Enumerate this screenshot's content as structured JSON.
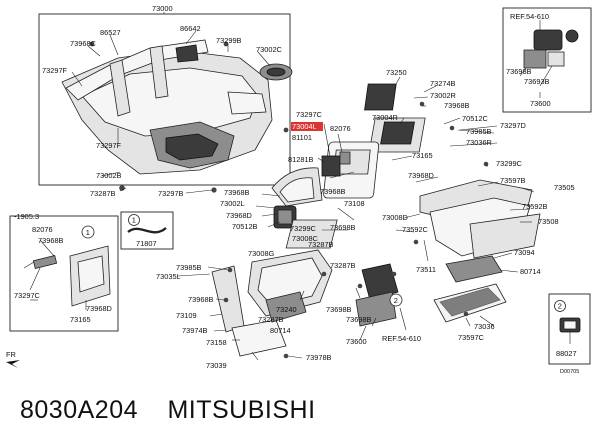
{
  "footer": {
    "part_code": "8030A204",
    "brand": "MITSUBISHI"
  },
  "diagram": {
    "labels": {
      "l73000": "73000",
      "l86527": "86527",
      "l86642": "86642",
      "l73968c_a": "73968C",
      "l73299b": "73299B",
      "l73002c": "73002C",
      "l73297f_a": "73297F",
      "l73297f_b": "73297F",
      "l73002b": "73002B",
      "l73287b": "73287B",
      "l73297b": "73297B",
      "l73250": "73250",
      "l73274b": "73274B",
      "l73002r": "73002R",
      "l73968b_a": "73968B",
      "l73004r": "73004R",
      "l70512c": "70512C",
      "l73297d": "73297D",
      "l73297c_a": "73297C",
      "l73004l": "73004L",
      "l82076_a": "82076",
      "l73985b_a": "73985B",
      "l73036r": "73036R",
      "l81101": "81101",
      "l73165_a": "73165",
      "l81281b": "81281B",
      "l73299c_a": "73299C",
      "l73968d_a": "73968D",
      "l73597b": "73597B",
      "l73505": "73505",
      "l73968b_b": "73968B",
      "l73002l": "73002L",
      "l73968b_c": "73968B",
      "l73108": "73108",
      "l73968d_b": "73968D",
      "l70512b": "70512B",
      "l73299c_b": "73299C",
      "l73008d": "73008D",
      "l73592b": "73592B",
      "l73508": "73508",
      "l1905": "-1905.3",
      "l82076_b": "82076",
      "l73968b_d": "73968B",
      "l71807": "71807",
      "l73008c": "73008C",
      "l73698b_a": "73698B",
      "l73287b_b": "73287B",
      "l73592c": "73592C",
      "l73511": "73511",
      "l73094": "73094",
      "l73008g": "73008G",
      "l80714_a": "80714",
      "l73297c_b": "73297C",
      "l73968d_c": "73968D",
      "l73165_b": "73165",
      "l73035l": "73035L",
      "l73985b_b": "73985B",
      "l73287b_c": "73287B",
      "l73968b_e": "73968B",
      "l73240": "73240",
      "l73698b_b": "73698B",
      "l73109": "73109",
      "l73287b_d": "73287B",
      "l80714_b": "80714",
      "l73974b": "73974B",
      "l73158": "73158",
      "l73039": "73039",
      "l73978b": "73978B",
      "l73698b_c": "73698B",
      "l73600_a": "73600",
      "l73036": "73036",
      "l73597c": "73597C",
      "l88027": "88027",
      "lref_b": "REF.54-610",
      "lref_a": "REF.54-610",
      "l73698b_d": "73698B",
      "l73693b": "73693B",
      "l73600_b": "73600",
      "lfr": "FR",
      "lcode": "D00705",
      "c1_a": "1",
      "c1_b": "1",
      "c2_a": "2",
      "c2_b": "2"
    }
  }
}
